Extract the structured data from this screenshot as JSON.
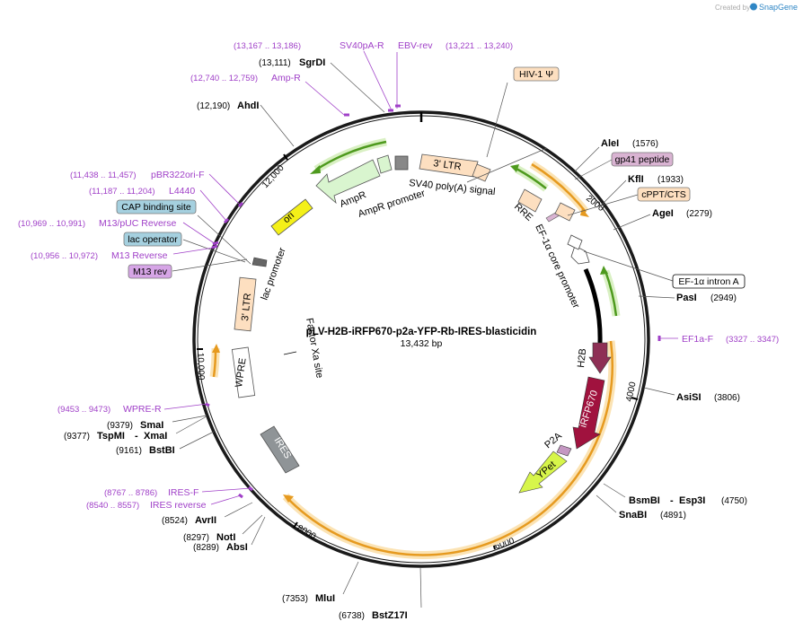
{
  "brand": {
    "created_by": "Created by",
    "name": "SnapGene",
    "color": "#2f86c5"
  },
  "plasmid": {
    "name": "pLV-H2B-iRFP670-p2a-YFP-Rb-IRES-blasticidin",
    "length": "13,432 bp",
    "total_bp": 13432
  },
  "ticks": [
    "2000",
    "4000",
    "6000",
    "8000",
    "10,000",
    "12,000"
  ],
  "sites": [
    {
      "name": "AleI",
      "pos": "(1576)"
    },
    {
      "name": "KflI",
      "pos": "(1933)"
    },
    {
      "name": "AgeI",
      "pos": "(2279)"
    },
    {
      "name": "PasI",
      "pos": "(2949)"
    },
    {
      "name": "AsiSI",
      "pos": "(3806)"
    },
    {
      "name": "BsmBI",
      "name2": "Esp3I",
      "pos": "(4750)"
    },
    {
      "name": "SnaBI",
      "pos": "(4891)"
    },
    {
      "name": "BstZ17I",
      "pos": "(6738)"
    },
    {
      "name": "MluI",
      "pos": "(7353)"
    },
    {
      "name": "AbsI",
      "pos": "(8289)"
    },
    {
      "name": "NotI",
      "pos": "(8297)"
    },
    {
      "name": "AvrII",
      "pos": "(8524)"
    },
    {
      "name": "BstBI",
      "pos": "(9161)"
    },
    {
      "name": "TspMI",
      "name2": "XmaI",
      "pos": "(9377)"
    },
    {
      "name": "SmaI",
      "pos": "(9379)"
    },
    {
      "name": "AhdI",
      "pos": "(12,190)"
    },
    {
      "name": "SgrDI",
      "pos": "(13,111)"
    }
  ],
  "primers": [
    {
      "name": "SV40pA-R",
      "pos": "(13,167 .. 13,186)"
    },
    {
      "name": "EBV-rev",
      "pos": "(13,221 .. 13,240)"
    },
    {
      "name": "Amp-R",
      "pos": "(12,740 .. 12,759)"
    },
    {
      "name": "pBR322ori-F",
      "pos": "(11,438 .. 11,457)"
    },
    {
      "name": "L4440",
      "pos": "(11,187 .. 11,204)"
    },
    {
      "name": "M13/pUC Reverse",
      "pos": "(10,969 .. 10,991)"
    },
    {
      "name": "M13 Reverse",
      "pos": "(10,956 .. 10,972)"
    },
    {
      "name": "EF1a-F",
      "pos": "(3327 .. 3347)"
    },
    {
      "name": "WPRE-R",
      "pos": "(9453 .. 9473)"
    },
    {
      "name": "IRES-F",
      "pos": "(8767 .. 8786)"
    },
    {
      "name": "IRES reverse",
      "pos": "(8540 .. 8557)"
    }
  ],
  "boxed_labels": {
    "hiv": "HIV-1 Ψ",
    "gp41": "gp41 peptide",
    "cppt": "cPPT/CTS",
    "ef1a_intron": "EF-1α intron A",
    "cap": "CAP binding site",
    "lac_op": "lac operator",
    "m13rev": "M13 rev"
  },
  "features": {
    "ltr3_top": "3' LTR",
    "sv40": "SV40 poly(A) signal",
    "ampr": "AmpR",
    "ampr_promoter": "AmpR promoter",
    "ori": "ori",
    "lac_promoter": "lac promoter",
    "ltr3_left": "3' LTR",
    "wpre": "WPRE",
    "factor_xa": "Factor Xa site",
    "ires": "IRES",
    "rre": "RRE",
    "ef1a_core": "EF-1α core promoter",
    "h2b": "H2B",
    "irfp670": "iRFP670",
    "p2a": "P2A",
    "ypet": "YPet"
  },
  "colors": {
    "backbone": "#1a1a1a",
    "orf_orange": "#e69a1f",
    "orf_halo": "#fbe3b4",
    "green": "#4e9a1e",
    "green_halo": "#d9f0c3",
    "primer": "#a040c8",
    "irfp": "#a0123e",
    "h2b": "#8e2f55",
    "ypet": "#d7f54a",
    "ori": "#f4f018",
    "ltr": "#fddfc0",
    "ires": "#8f9497",
    "blue_box": "#a5d0df",
    "pink_box": "#d9b3d2",
    "m13_box": "#d6a5e6"
  }
}
